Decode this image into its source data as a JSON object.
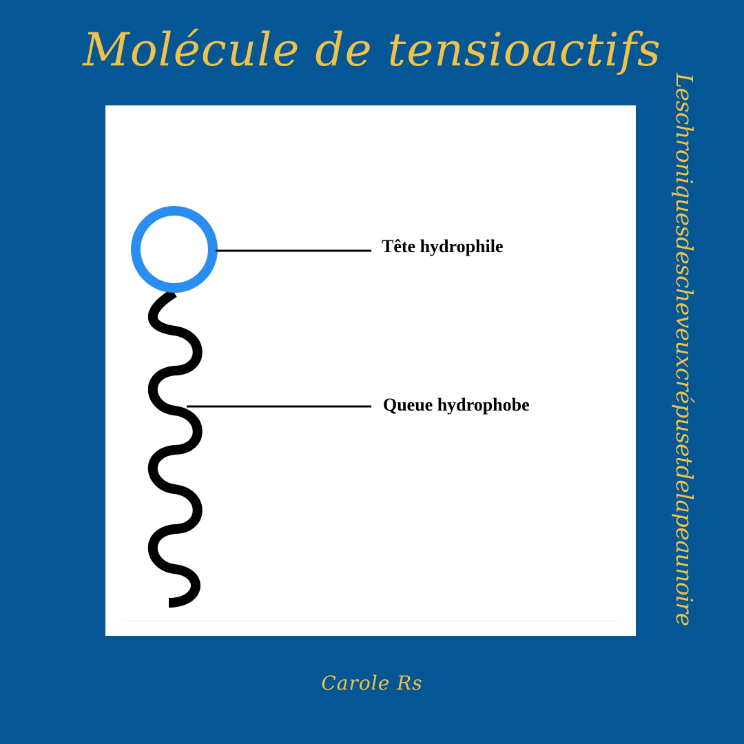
{
  "title": "Molécule de tensioactifs",
  "side_text": "Leschroniquesdescheveuxcrépusetdelapeaunoire",
  "signature": "Carole Rs",
  "colors": {
    "background": "#045694",
    "accent_text": "#f1c24a",
    "panel": "#ffffff",
    "head_circle": "#2a8ef0",
    "tail": "#000000"
  },
  "diagram": {
    "labels": {
      "head": "Tête hydrophile",
      "tail": "Queue hydrophobe"
    },
    "parts": [
      {
        "name": "head",
        "shape": "circle",
        "label": "Tête hydrophile"
      },
      {
        "name": "tail",
        "shape": "wavy-chain",
        "label": "Queue hydrophobe"
      }
    ]
  }
}
